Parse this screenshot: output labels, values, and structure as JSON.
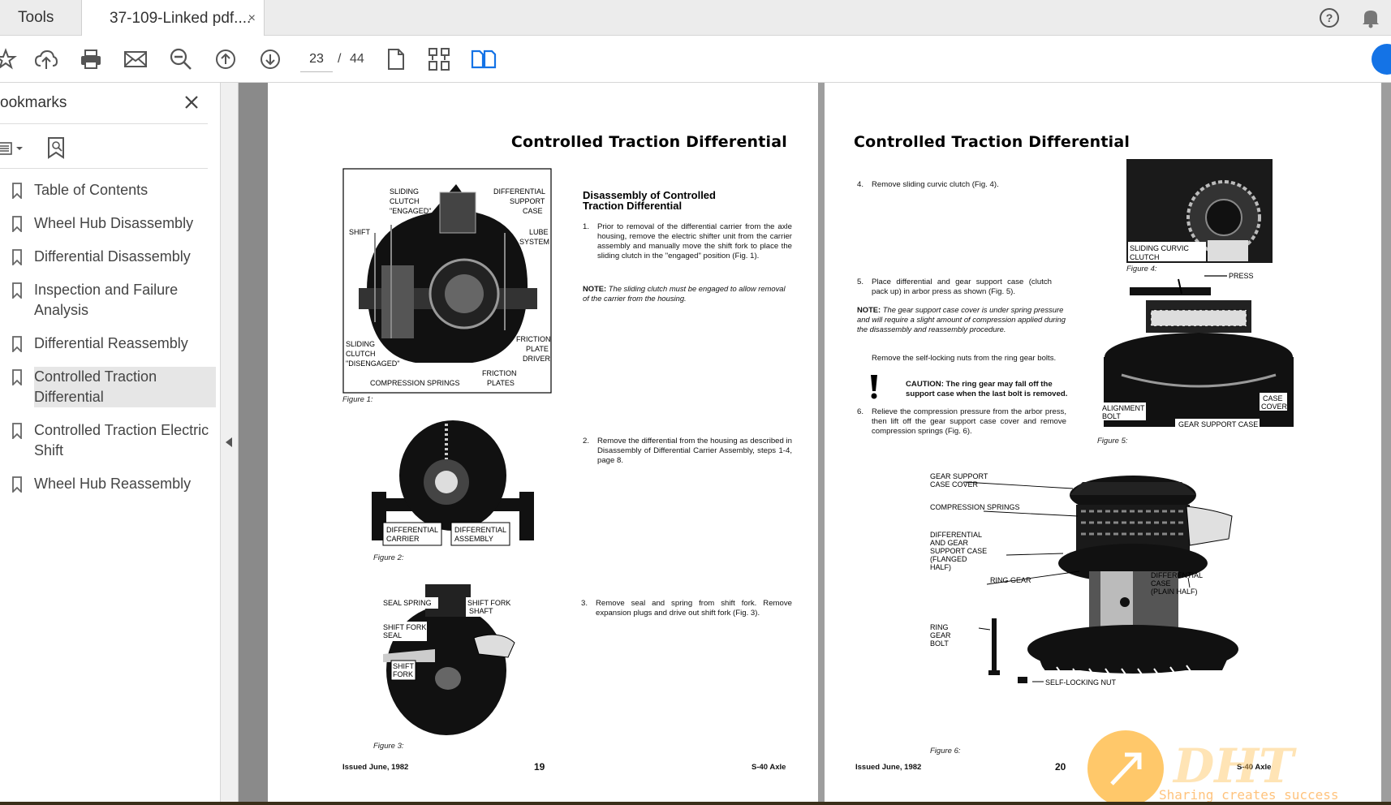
{
  "tabs": {
    "tools": "Tools",
    "document": "37-109-Linked pdf....",
    "close": "×"
  },
  "toolbar": {
    "current_page": "23",
    "separator": "/",
    "total_pages": "44",
    "icons": [
      "star-icon",
      "cloud-upload-icon",
      "print-icon",
      "mail-icon",
      "zoom-out-icon",
      "page-up-icon",
      "page-down-icon",
      "single-page-icon",
      "two-page-scroll-icon",
      "two-page-view-icon"
    ]
  },
  "sidebar": {
    "title": "ookmarks",
    "items": [
      {
        "label": "Table of Contents"
      },
      {
        "label": "Wheel Hub Disassembly"
      },
      {
        "label": "Differential Disassembly"
      },
      {
        "label": "Inspection and Failure Analysis"
      },
      {
        "label": "Differential Reassembly"
      },
      {
        "label": "Controlled Traction Differential"
      },
      {
        "label": "Controlled Traction Electric Shift"
      },
      {
        "label": "Wheel Hub Reassembly"
      }
    ],
    "selected_index": 5
  },
  "left_page": {
    "title": "Controlled Traction Differential",
    "section_title_line1": "Disassembly of Controlled",
    "section_title_line2": "Traction Differential",
    "step1_n": "1.",
    "step1": "Prior to removal of the differential carrier from the axle housing, remove the electric shifter unit from the carrier assembly and manually move the shift fork to place the sliding clutch in the \"engaged\" position (Fig. 1).",
    "note_label": "NOTE:",
    "note": "The sliding clutch must be engaged to allow removal of the carrier from the housing.",
    "step2_n": "2.",
    "step2": "Remove the differential from the housing as described in Disassembly of Differential Carrier Assembly, steps 1-4, page 8.",
    "step3_n": "3.",
    "step3": "Remove seal and spring from shift fork. Remove expansion plugs and drive out shift fork (Fig. 3).",
    "fig1_caption": "Figure 1:",
    "fig2_caption": "Figure 2:",
    "fig3_caption": "Figure 3:",
    "fig1_labels": {
      "sliding_engaged_1": "SLIDING",
      "sliding_engaged_2": "CLUTCH",
      "sliding_engaged_3": "\"ENGAGED\"",
      "diff_support_1": "DIFFERENTIAL",
      "diff_support_2": "SUPPORT",
      "diff_support_3": "CASE",
      "shift": "SHIFT",
      "lube_1": "LUBE",
      "lube_2": "SYSTEM",
      "sliding_dis_1": "SLIDING",
      "sliding_dis_2": "CLUTCH",
      "sliding_dis_3": "\"DISENGAGED\"",
      "friction_driver_1": "FRICTION",
      "friction_driver_2": "PLATE",
      "friction_driver_3": "DRIVER",
      "friction_plates_1": "FRICTION",
      "friction_plates_2": "PLATES",
      "compression": "COMPRESSION SPRINGS"
    },
    "fig2_labels": {
      "carrier_1": "DIFFERENTIAL",
      "carrier_2": "CARRIER",
      "assembly_1": "DIFFERENTIAL",
      "assembly_2": "ASSEMBLY"
    },
    "fig3_labels": {
      "seal_spring": "SEAL SPRING",
      "fork_shaft_1": "SHIFT FORK",
      "fork_shaft_2": "SHAFT",
      "fork_seal_1": "SHIFT FORK",
      "fork_seal_2": "SEAL",
      "shift_fork_1": "SHIFT",
      "shift_fork_2": "FORK"
    },
    "footer_left": "Issued June, 1982",
    "footer_num": "19",
    "footer_right": "S-40 Axle"
  },
  "right_page": {
    "title": "Controlled Traction Differential",
    "step4_n": "4.",
    "step4": "Remove sliding curvic clutch (Fig. 4).",
    "step5_n": "5.",
    "step5": "Place differential and gear support case (clutch pack up) in arbor press as shown (Fig. 5).",
    "note_label": "NOTE:",
    "note": "The gear support case cover is under spring pressure and will require a slight amount of compression applied during the disassembly and reassembly procedure.",
    "remove_nuts": "Remove the self-locking nuts from the ring gear bolts.",
    "caution": "CAUTION: The ring gear may fall off the support case when the last bolt is removed.",
    "step6_n": "6.",
    "step6": "Relieve the compression pressure from the arbor press, then lift off the gear support case cover and remove compression springs (Fig. 6).",
    "fig4_caption": "Figure 4:",
    "fig5_caption": "Figure 5:",
    "fig6_caption": "Figure 6:",
    "fig4_labels": {
      "l1": "SLIDING CURVIC",
      "l2": "CLUTCH"
    },
    "fig5_labels": {
      "press": "PRESS",
      "align_1": "ALIGNMENT",
      "align_2": "BOLT",
      "case_1": "CASE",
      "case_2": "COVER",
      "gear_support": "GEAR SUPPORT CASE"
    },
    "fig6_labels": {
      "gsc_1": "GEAR SUPPORT",
      "gsc_2": "CASE COVER",
      "springs": "COMPRESSION SPRINGS",
      "dgs_1": "DIFFERENTIAL",
      "dgs_2": "AND GEAR",
      "dgs_3": "SUPPORT CASE",
      "dgs_4": "(FLANGED",
      "dgs_5": "HALF)",
      "ring_gear": "RING GEAR",
      "dcase_1": "DIFFERENTIAL",
      "dcase_2": "CASE",
      "dcase_3": "(PLAIN HALF)",
      "bolt_1": "RING",
      "bolt_2": "GEAR",
      "bolt_3": "BOLT",
      "nut": "SELF-LOCKING NUT"
    },
    "footer_left": "Issued June, 1982",
    "footer_num": "20",
    "footer_right": "S-40 Axle"
  },
  "watermark": {
    "logo": "DHT",
    "tagline": "Sharing creates success"
  },
  "colors": {
    "accent": "#1473e6",
    "viewer_bg": "#9e9e9e",
    "selected_bookmark": "#e6e6e6"
  }
}
